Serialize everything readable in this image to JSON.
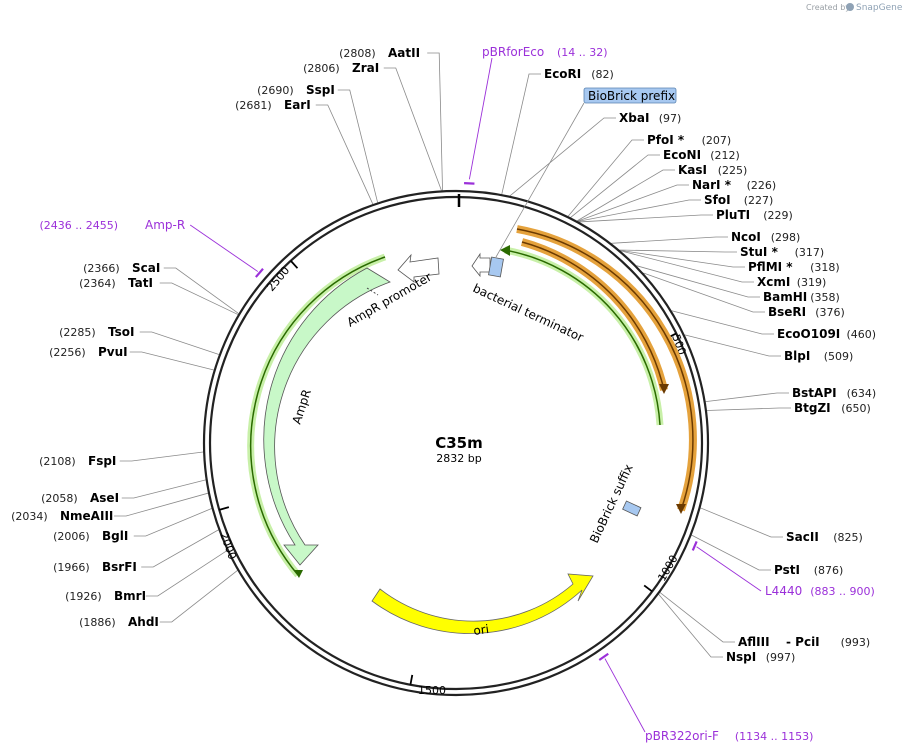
{
  "brand": {
    "created_by": "Created by",
    "product": "SnapGene"
  },
  "plasmid": {
    "name": "C35m",
    "length_label": "2832 bp",
    "length": 2832
  },
  "colors": {
    "primer": "#9b30d9",
    "backbone": "#222222"
  },
  "ticks": [
    {
      "pos": 500,
      "label": "500"
    },
    {
      "pos": 1000,
      "label": "1000"
    },
    {
      "pos": 1500,
      "label": "1500"
    },
    {
      "pos": 2000,
      "label": "2000"
    },
    {
      "pos": 2500,
      "label": "2500"
    }
  ],
  "sites": [
    {
      "name": "AatII",
      "pos": "(2808)",
      "at": 2808
    },
    {
      "name": "ZraI",
      "pos": "(2806)",
      "at": 2806
    },
    {
      "name": "SspI",
      "pos": "(2690)",
      "at": 2690
    },
    {
      "name": "EarI",
      "pos": "(2681)",
      "at": 2681
    },
    {
      "name": "EcoRI",
      "pos": "(82)",
      "at": 82
    },
    {
      "name": "XbaI",
      "pos": "(97)",
      "at": 97
    },
    {
      "name": "PfoI *",
      "pos": "(207)",
      "at": 207
    },
    {
      "name": "EcoNI",
      "pos": "(212)",
      "at": 212
    },
    {
      "name": "KasI",
      "pos": "(225)",
      "at": 225
    },
    {
      "name": "NarI *",
      "pos": "(226)",
      "at": 226
    },
    {
      "name": "SfoI",
      "pos": "(227)",
      "at": 227
    },
    {
      "name": "PluTI",
      "pos": "(229)",
      "at": 229
    },
    {
      "name": "NcoI",
      "pos": "(298)",
      "at": 298
    },
    {
      "name": "StuI *",
      "pos": "(317)",
      "at": 317
    },
    {
      "name": "PflMI *",
      "pos": "(318)",
      "at": 318
    },
    {
      "name": "XcmI",
      "pos": "(319)",
      "at": 319
    },
    {
      "name": "BamHI",
      "pos": "(358)",
      "at": 358
    },
    {
      "name": "BseRI",
      "pos": "(376)",
      "at": 376
    },
    {
      "name": "EcoO109I",
      "pos": "(460)",
      "at": 460
    },
    {
      "name": "BlpI",
      "pos": "(509)",
      "at": 509
    },
    {
      "name": "BstAPI",
      "pos": "(634)",
      "at": 634
    },
    {
      "name": "BtgZI",
      "pos": "(650)",
      "at": 650
    },
    {
      "name": "SacII",
      "pos": "(825)",
      "at": 825
    },
    {
      "name": "PstI",
      "pos": "(876)",
      "at": 876
    },
    {
      "name": "AflIII",
      "pos": "",
      "at": 993
    },
    {
      "name": "- PciI",
      "pos": "(993)",
      "at": 993
    },
    {
      "name": "NspI",
      "pos": "(997)",
      "at": 997
    },
    {
      "name": "ScaI",
      "pos": "(2366)",
      "at": 2366
    },
    {
      "name": "TatI",
      "pos": "(2364)",
      "at": 2364
    },
    {
      "name": "TsoI",
      "pos": "(2285)",
      "at": 2285
    },
    {
      "name": "PvuI",
      "pos": "(2256)",
      "at": 2256
    },
    {
      "name": "FspI",
      "pos": "(2108)",
      "at": 2108
    },
    {
      "name": "AseI",
      "pos": "(2058)",
      "at": 2058
    },
    {
      "name": "NmeAIII",
      "pos": "(2034)",
      "at": 2034
    },
    {
      "name": "BglI",
      "pos": "(2006)",
      "at": 2006
    },
    {
      "name": "BsrFI",
      "pos": "(1966)",
      "at": 1966
    },
    {
      "name": "BmrI",
      "pos": "(1926)",
      "at": 1926
    },
    {
      "name": "AhdI",
      "pos": "(1886)",
      "at": 1886
    }
  ],
  "primers": [
    {
      "name": "pBRforEco",
      "range": "(14 .. 32)",
      "start": 14,
      "end": 32
    },
    {
      "name": "Amp-R",
      "range": "(2436 .. 2455)",
      "start": 2436,
      "end": 2455
    },
    {
      "name": "L4440",
      "range": "(883 .. 900)",
      "start": 883,
      "end": 900
    },
    {
      "name": "pBR322ori-F",
      "range": "(1134 .. 1153)",
      "start": 1134,
      "end": 1153
    }
  ],
  "features": {
    "biobrick_prefix": "BioBrick prefix",
    "biobrick_suffix": "BioBrick suffix",
    "bacterial_terminator": "bacterial terminator",
    "ampr_promoter": "AmpR promoter",
    "ampr": "AmpR",
    "ori": "ori"
  }
}
